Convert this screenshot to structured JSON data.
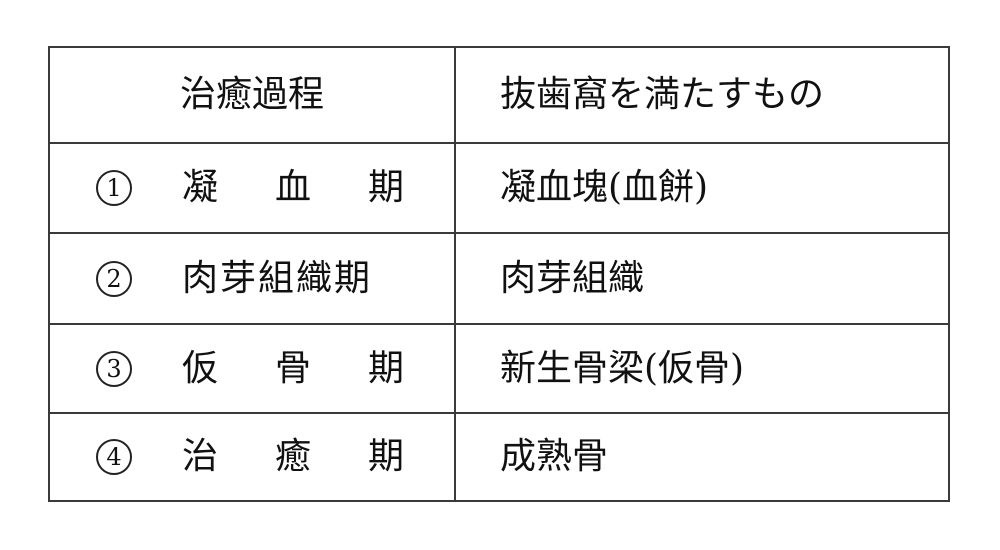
{
  "table": {
    "header": {
      "col1": "治癒過程",
      "col2": "抜歯窩を満たすもの"
    },
    "rows": [
      {
        "num": "1",
        "stage_chars": [
          "凝",
          "血",
          "期"
        ],
        "content": "凝血塊(血餅)"
      },
      {
        "num": "2",
        "stage": "肉芽組織期",
        "content": "肉芽組織"
      },
      {
        "num": "3",
        "stage_chars": [
          "仮",
          "骨",
          "期"
        ],
        "content": "新生骨梁(仮骨)"
      },
      {
        "num": "4",
        "stage_chars": [
          "治",
          "癒",
          "期"
        ],
        "content": "成熟骨"
      }
    ]
  }
}
